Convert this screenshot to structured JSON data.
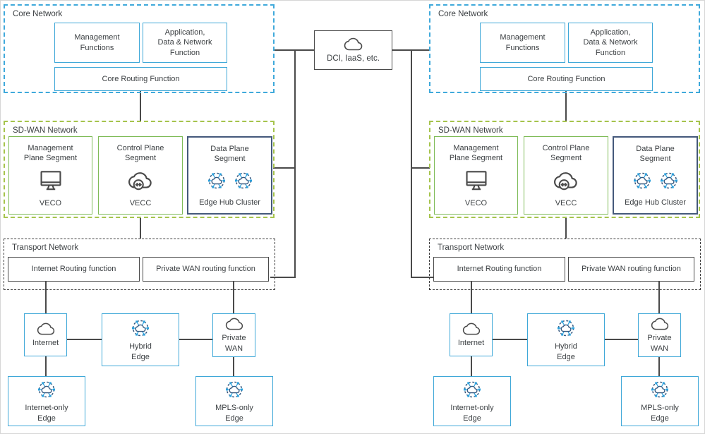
{
  "colors": {
    "core_border_blue": "#3FA9DB",
    "inner_box_blue": "#3FA8D8",
    "sdwan_border_green": "#A6C44D",
    "green_box_border": "#7EBB57",
    "data_plane_navy": "#44597B",
    "dark_border": "#4A4A4A",
    "connector_line": "#4A4A4A",
    "edge_icon_blue": "#2BA0DC",
    "edge_icon_navy": "#34567D",
    "text": "#3C4043"
  },
  "center": {
    "dci": {
      "label": "DCI, IaaS, etc.",
      "icon": "cloud-icon"
    }
  },
  "halves": [
    {
      "side": "left",
      "core_network": {
        "title": "Core Network",
        "management_functions": "Management\nFunctions",
        "application_function": "Application,\nData & Network\nFunction",
        "core_routing_function": "Core Routing Function"
      },
      "sdwan_network": {
        "title": "SD-WAN Network",
        "management_plane": {
          "title": "Management\nPlane Segment",
          "icon": "monitor-icon",
          "name": "VECO"
        },
        "control_plane": {
          "title": "Control Plane\nSegment",
          "icon": "cloud-arrows-icon",
          "name": "VECC"
        },
        "data_plane": {
          "title": "Data Plane\nSegment",
          "icon": "edge-cluster-icon",
          "name": "Edge Hub Cluster"
        }
      },
      "transport_network": {
        "title": "Transport Network",
        "internet_routing": "Internet Routing function",
        "private_wan_routing": "Private WAN routing function"
      },
      "access": {
        "internet": {
          "label": "Internet",
          "icon": "cloud-icon"
        },
        "hybrid_edge": {
          "label": "Hybrid\nEdge",
          "icon": "edge-cluster-icon"
        },
        "private_wan": {
          "label": "Private\nWAN",
          "icon": "cloud-icon"
        },
        "internet_only_edge": {
          "label": "Internet-only\nEdge",
          "icon": "edge-cluster-icon"
        },
        "mpls_only_edge": {
          "label": "MPLS-only\nEdge",
          "icon": "edge-cluster-icon"
        }
      }
    },
    {
      "side": "right",
      "core_network": {
        "title": "Core Network",
        "management_functions": "Management\nFunctions",
        "application_function": "Application,\nData & Network\nFunction",
        "core_routing_function": "Core Routing Function"
      },
      "sdwan_network": {
        "title": "SD-WAN Network",
        "management_plane": {
          "title": "Management\nPlane Segment",
          "icon": "monitor-icon",
          "name": "VECO"
        },
        "control_plane": {
          "title": "Control Plane\nSegment",
          "icon": "cloud-arrows-icon",
          "name": "VECC"
        },
        "data_plane": {
          "title": "Data Plane\nSegment",
          "icon": "edge-cluster-icon",
          "name": "Edge Hub Cluster"
        }
      },
      "transport_network": {
        "title": "Transport Network",
        "internet_routing": "Internet Routing function",
        "private_wan_routing": "Private WAN routing function"
      },
      "access": {
        "internet": {
          "label": "Internet",
          "icon": "cloud-icon"
        },
        "hybrid_edge": {
          "label": "Hybrid\nEdge",
          "icon": "edge-cluster-icon"
        },
        "private_wan": {
          "label": "Private\nWAN",
          "icon": "cloud-icon"
        },
        "internet_only_edge": {
          "label": "Internet-only\nEdge",
          "icon": "edge-cluster-icon"
        },
        "mpls_only_edge": {
          "label": "MPLS-only\nEdge",
          "icon": "edge-cluster-icon"
        }
      }
    }
  ]
}
